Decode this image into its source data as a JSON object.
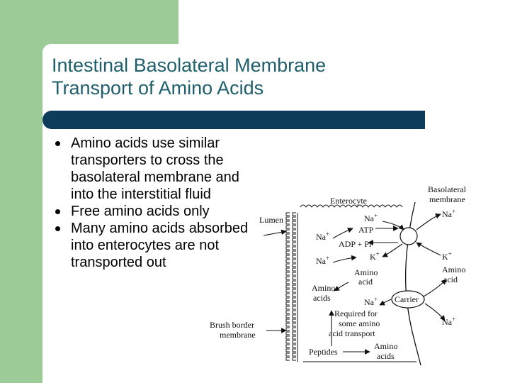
{
  "slide": {
    "title_line1": "Intestinal Basolateral Membrane",
    "title_line2": "Transport of Amino Acids",
    "bullets": [
      "Amino acids use similar transporters to cross the basolateral membrane and into the interstitial fluid",
      "Free amino acids only",
      "Many amino acids absorbed into enterocytes are not transported out"
    ]
  },
  "diagram": {
    "enterocyte": "Enterocyte",
    "basolateral_line1": "Basolateral",
    "basolateral_line2": "membrane",
    "lumen": "Lumen",
    "na_top": "Na",
    "na_right_top": "Na",
    "na_left_1": "Na",
    "atp": "ATP",
    "adp_pi": "ADP + Pi",
    "k_inner": "K",
    "na_left_2": "Na",
    "k_right": "K",
    "amino_acid_line1": "Amino",
    "amino_acid_line2": "acid",
    "amino_right_line1": "Amino",
    "amino_right_line2": "acid",
    "amino_left_line1": "Amino",
    "amino_left_line2": "acids",
    "na_carrier": "Na",
    "carrier": "Carrier",
    "required_line1": "Required for",
    "required_line2": "some amino",
    "required_line3": "acid transport",
    "na_right_bottom": "Na",
    "brush_line1": "Brush border",
    "brush_line2": "membrane",
    "peptides": "Peptides",
    "amino_bottom_line1": "Amino",
    "amino_bottom_line2": "acids",
    "plus": "+"
  }
}
